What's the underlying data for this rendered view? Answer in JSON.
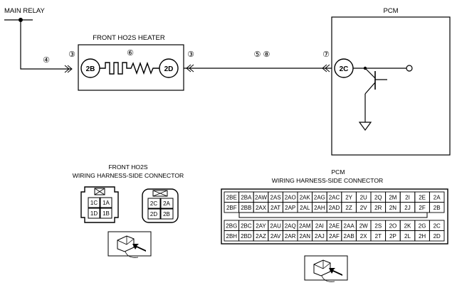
{
  "labels": {
    "main_relay": "MAIN RELAY",
    "heater": "FRONT HO2S HEATER",
    "pcm": "PCM",
    "ho2s_conn_l1": "FRONT HO2S",
    "ho2s_conn_l2": "WIRING HARNESS-SIDE CONNECTOR",
    "pcm_conn_l1": "PCM",
    "pcm_conn_l2": "WIRING HARNESS-SIDE CONNECTOR"
  },
  "terminals": {
    "t2b": "2B",
    "t2d": "2D",
    "t2c": "2C"
  },
  "callouts": [
    "④",
    "③",
    "⑥",
    "③",
    "⑤ ⑧",
    "⑦"
  ],
  "ho2s_connector_left": [
    [
      "1C",
      "1A"
    ],
    [
      "1D",
      "1B"
    ]
  ],
  "ho2s_connector_right": [
    [
      "2C",
      "2A"
    ],
    [
      "2D",
      "2B"
    ]
  ],
  "pcm_connector": {
    "top_rows": [
      [
        "2BE",
        "2BA",
        "2AW",
        "2AS",
        "2AO",
        "2AK",
        "2AG",
        "2AC",
        "2Y",
        "2U",
        "2Q",
        "2M",
        "2I",
        "2E",
        "2A"
      ],
      [
        "2BF",
        "2BB",
        "2AX",
        "2AT",
        "2AP",
        "2AL",
        "2AH",
        "2AD",
        "2Z",
        "2V",
        "2R",
        "2N",
        "2J",
        "2F",
        "2B"
      ]
    ],
    "bottom_rows": [
      [
        "2BG",
        "2BC",
        "2AY",
        "2AU",
        "2AQ",
        "2AM",
        "2AI",
        "2AE",
        "2AA",
        "2W",
        "2S",
        "2O",
        "2K",
        "2G",
        "2C"
      ],
      [
        "2BH",
        "2BD",
        "2AZ",
        "2AV",
        "2AR",
        "2AN",
        "2AJ",
        "2AF",
        "2AB",
        "2X",
        "2T",
        "2P",
        "2L",
        "2H",
        "2D"
      ]
    ]
  }
}
